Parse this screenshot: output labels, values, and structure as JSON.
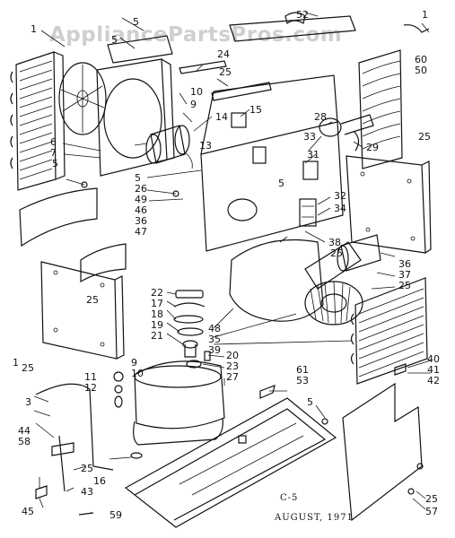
{
  "watermark": "AppliancePartsPros.com",
  "footer": {
    "code": "C-5",
    "date": "AUGUST,  1971"
  },
  "part_labels": [
    "1",
    "5",
    "5",
    "52",
    "1",
    "24",
    "25",
    "60",
    "50",
    "10",
    "9",
    "14",
    "15",
    "28",
    "6",
    "7",
    "13",
    "33",
    "29",
    "25",
    "5",
    "31",
    "5",
    "5",
    "26",
    "49",
    "46",
    "36",
    "47",
    "32",
    "34",
    "38",
    "25",
    "36",
    "37",
    "25",
    "25",
    "22",
    "17",
    "18",
    "19",
    "21",
    "48",
    "35",
    "39",
    "1",
    "25",
    "9",
    "10",
    "11",
    "12",
    "20",
    "23",
    "27",
    "61",
    "53",
    "40",
    "41",
    "42",
    "3",
    "44",
    "58",
    "25",
    "16",
    "43",
    "45",
    "5",
    "59",
    "25",
    "57"
  ]
}
